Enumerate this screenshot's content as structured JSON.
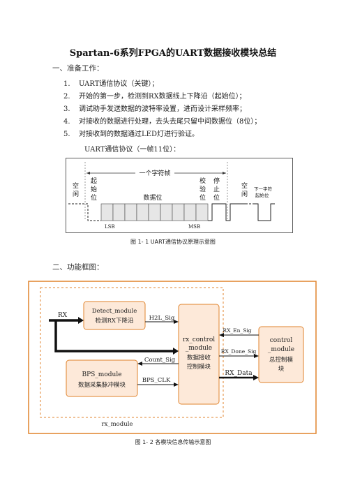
{
  "doc": {
    "title": "Spartan-6系列FPGA的UART数据接收模块总结",
    "section1": "一、准备工作：",
    "items": [
      {
        "num": "1.",
        "text": "UART通信协议（关键）；"
      },
      {
        "num": "2.",
        "text": "开始的第一步，检测到RX数据线上下降沿（起始位）；"
      },
      {
        "num": "3.",
        "text": "调试助手发送数据的波特率设置，进而设计采样频率；"
      },
      {
        "num": "4.",
        "text": "对接收的数据进行处理，去头去尾只留中间数据位（8位）；"
      },
      {
        "num": "5.",
        "text": "对接收到的数据通过LED灯进行验证。"
      }
    ],
    "protocol_note": "UART通信协议（一帧11位）：",
    "fig1_caption": "图 1- 1 UART通信协议原理示意图",
    "section2": "二、功能框图：",
    "fig2_caption": "图 1- 2 各模块信息传输示意图"
  },
  "fig1": {
    "frame_label": "一个字符帧",
    "idle_left": [
      "空",
      "闲"
    ],
    "start_bit": [
      "起",
      "始",
      "位"
    ],
    "data_bits": "数据位",
    "parity_bit": [
      "校",
      "验",
      "位"
    ],
    "stop_bit": [
      "停",
      "止",
      "位"
    ],
    "idle_right": [
      "空",
      "闲"
    ],
    "next_start": [
      "下一字符",
      "起始位"
    ],
    "lsb": "LSB",
    "msb": "MSB"
  },
  "fig2": {
    "rx_label": "RX",
    "detect_name": "Detect_module",
    "detect_desc": "检测RX下降沿",
    "h2l": "H2L_Sig",
    "rx_control_name": [
      "rx_control",
      "_module"
    ],
    "rx_control_desc": [
      "数据接收",
      "控制模块"
    ],
    "count_sig": "Count_Sig",
    "bps_name": "BPS_module",
    "bps_desc": "数据采集脉冲模块",
    "bps_clk": "BPS_CLK",
    "rx_en": "RX_En_Sig",
    "rx_done": "RX_Done_Sig",
    "rx_data": "RX_Data",
    "control_name": [
      "control",
      "_module"
    ],
    "control_desc": [
      "总控制模",
      "块"
    ],
    "rx_module": "rx_module"
  },
  "colors": {
    "orange": "#e0832c",
    "block_fill": "#fde9d9",
    "waveform": "#222222",
    "cell_fill": "#e6e6e6"
  }
}
